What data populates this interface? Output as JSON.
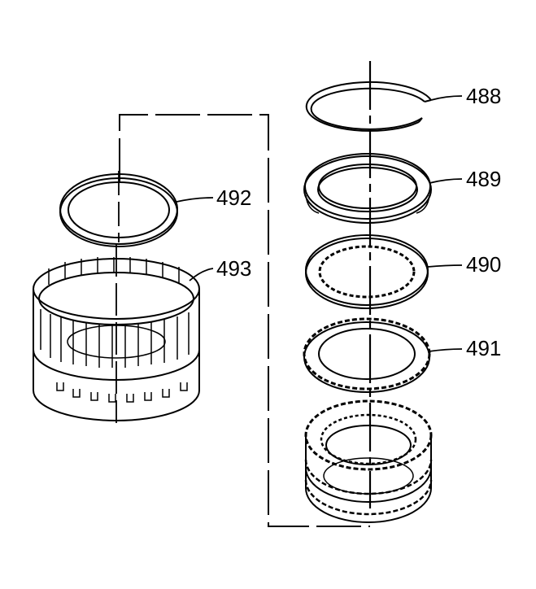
{
  "diagram": {
    "colors": {
      "line": "#000000",
      "background": "#ffffff"
    },
    "callouts": [
      {
        "id": "488",
        "label": "488"
      },
      {
        "id": "489",
        "label": "489"
      },
      {
        "id": "490",
        "label": "490"
      },
      {
        "id": "491",
        "label": "491"
      },
      {
        "id": "492",
        "label": "492"
      },
      {
        "id": "493",
        "label": "493"
      }
    ]
  }
}
